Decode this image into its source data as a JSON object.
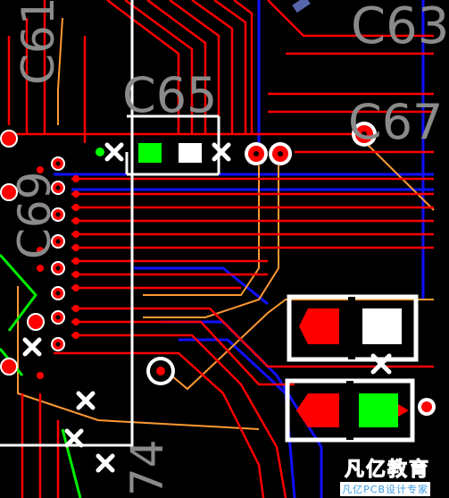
{
  "screen": "pcb-layout-view",
  "colors": {
    "background": "#000000",
    "top_trace": "#ff0000",
    "bottom_trace": "#1010ff",
    "inner_trace": "#ff9933",
    "green_trace": "#00ee00",
    "silkscreen": "#ffffff",
    "ref_text": "#8a8a8a"
  },
  "refdes": {
    "c63": "C63",
    "c65": "C65",
    "c67": "C67",
    "c61": "C61",
    "c69": "C69",
    "c74": "74"
  },
  "watermark": {
    "logo_text": "凡亿教育",
    "caption": "凡亿PCB设计专家"
  }
}
